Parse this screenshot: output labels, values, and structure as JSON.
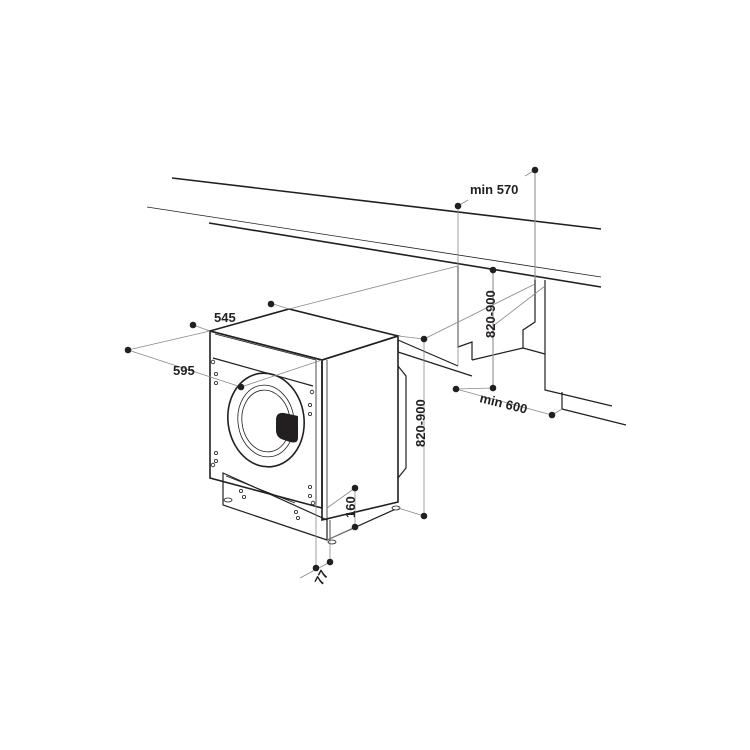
{
  "diagram": {
    "type": "built-in washing machine installation dimensions",
    "units": "mm",
    "colors": {
      "line": "#231f20",
      "dimension_line": "#8a8a8a",
      "background": "#ffffff"
    },
    "labels": {
      "min_570": "min 570",
      "worktop_height_right": "820-900",
      "min_600": "min 600",
      "depth_545": "545",
      "width_595": "595",
      "height_front": "820-900",
      "plinth_160": "160",
      "offset_77": "77"
    }
  }
}
